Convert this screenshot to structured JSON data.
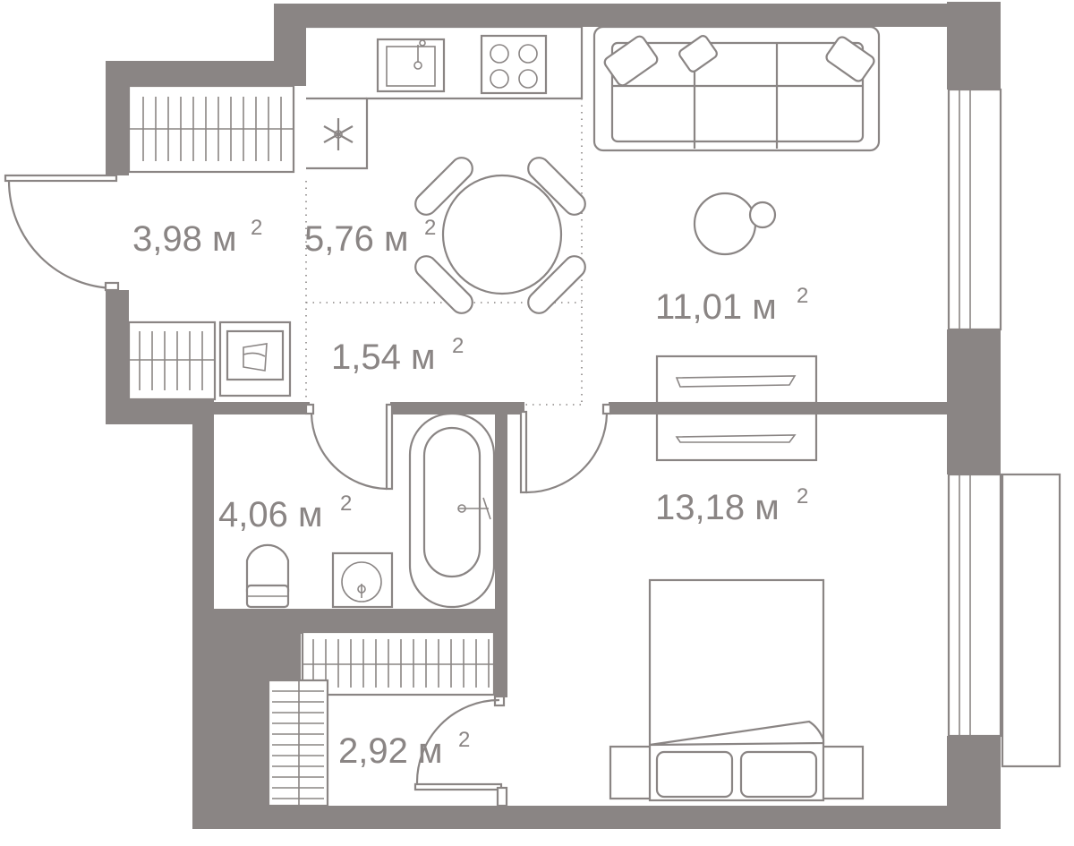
{
  "colors": {
    "wall": "#8a8584",
    "line": "#8a8584",
    "text": "#8a8584"
  },
  "rooms": [
    {
      "id": "hall",
      "area": "3,98 м",
      "sup": "2"
    },
    {
      "id": "kitchen",
      "area": "5,76 м",
      "sup": "2"
    },
    {
      "id": "corridor",
      "area": "1,54 м",
      "sup": "2"
    },
    {
      "id": "living",
      "area": "11,01 м",
      "sup": "2"
    },
    {
      "id": "bathroom",
      "area": "4,06 м",
      "sup": "2"
    },
    {
      "id": "bedroom",
      "area": "13,18 м",
      "sup": "2"
    },
    {
      "id": "wardrobe",
      "area": "2,92 м",
      "sup": "2"
    }
  ],
  "icons": [
    "sink-icon",
    "cooktop-icon",
    "fridge-snowflake-icon",
    "sofa-icon",
    "round-table-icon",
    "chair-icon",
    "coffee-table-icon",
    "washing-machine-icon",
    "bathtub-icon",
    "toilet-icon",
    "washbasin-icon",
    "bed-icon",
    "pillow-icon",
    "nightstand-icon",
    "wardrobe-icon",
    "door-icon",
    "window-icon"
  ]
}
